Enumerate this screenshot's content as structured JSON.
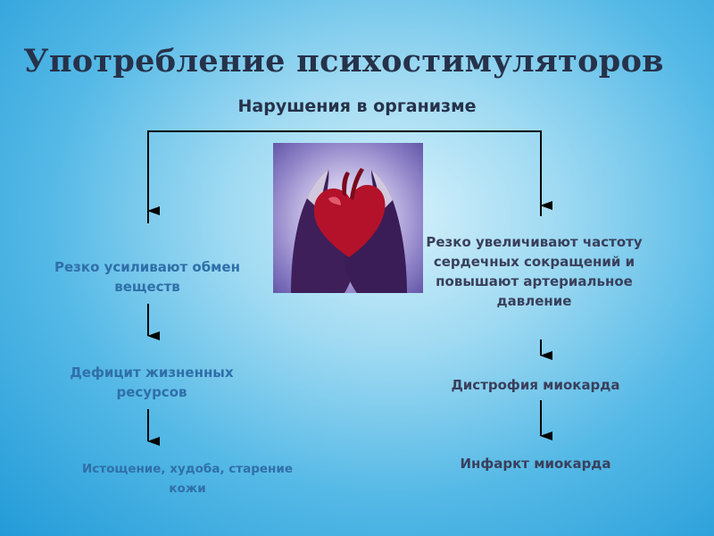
{
  "title": "Употребление психостимуляторов",
  "subtitle": "Нарушения в организме",
  "left": {
    "step1": "Резко усиливают обмен веществ",
    "step2": "Дефицит жизненных ресурсов",
    "step3": "Истощение, худоба, старение кожи"
  },
  "right": {
    "step1": "Резко увеличивают частоту сердечных сокращений и повышают артериальное давление",
    "step2": "Дистрофия миокарда",
    "step3": "Инфаркт миокарда"
  },
  "colors": {
    "title": "#26324a",
    "node_text": "#3a3f5c",
    "node_text_blue": "#2f6fa8",
    "arrow": "#000000"
  },
  "image": "hands-holding-heart-picture"
}
